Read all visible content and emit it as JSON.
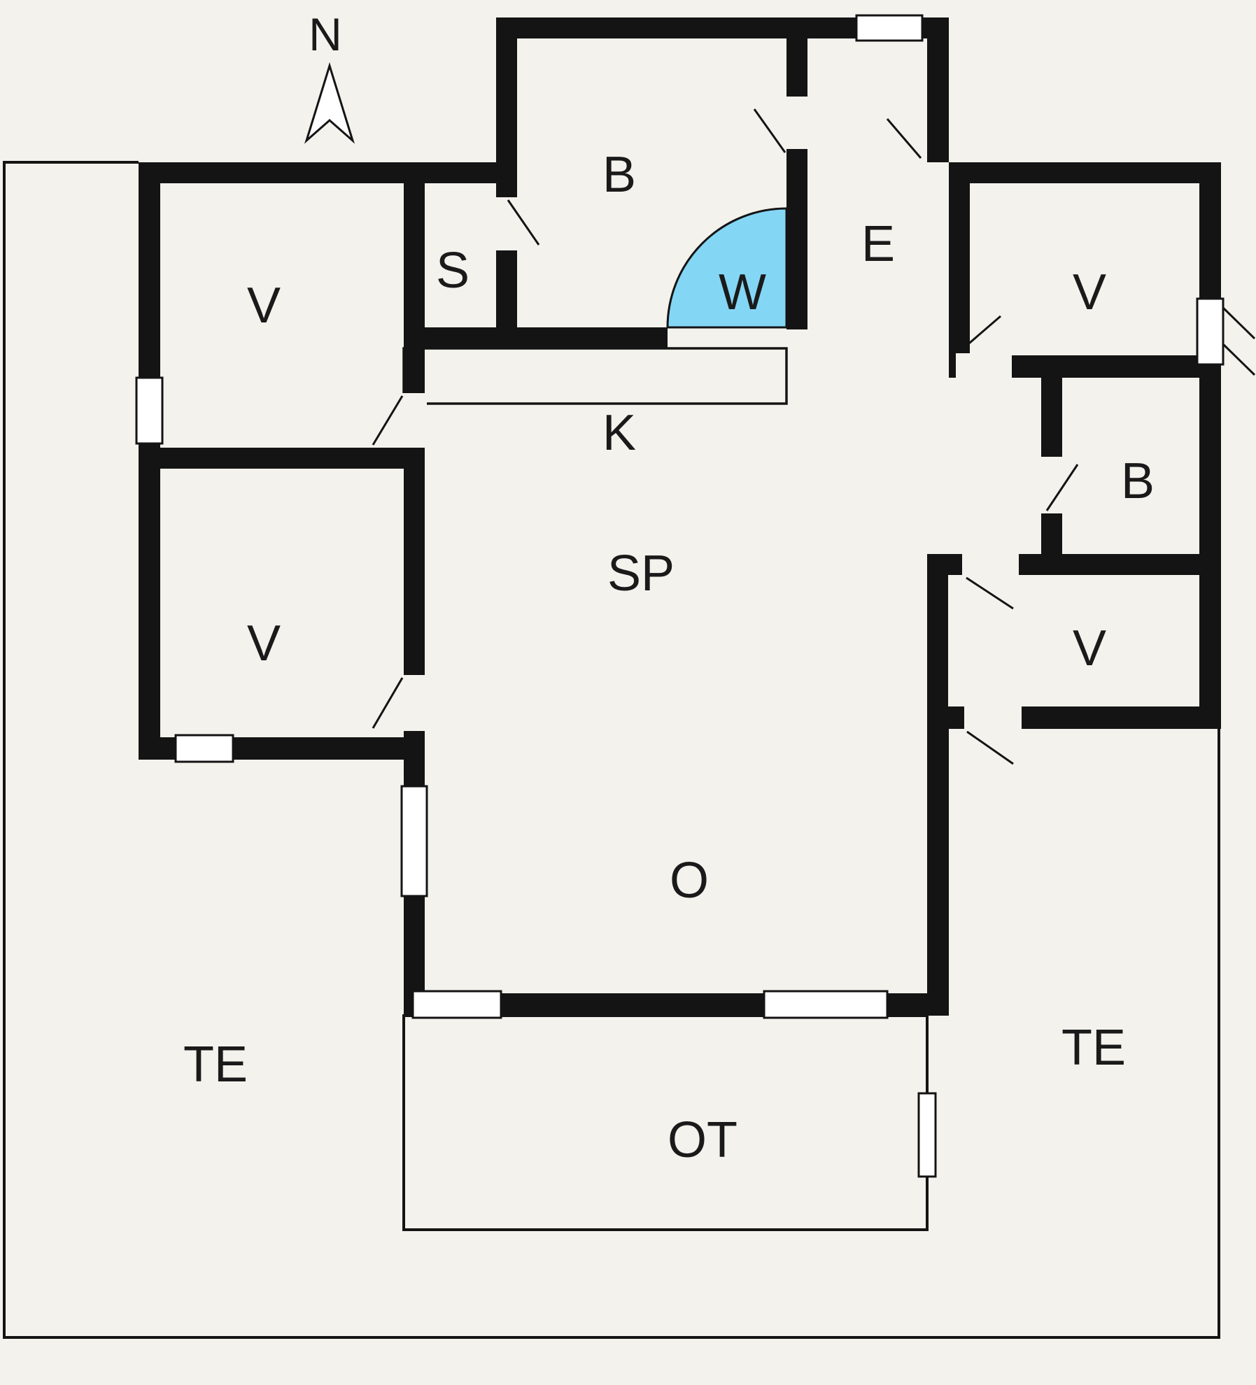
{
  "plan": {
    "compass": {
      "label": "N"
    },
    "colors": {
      "background": "#f3f2ed",
      "wall": "#141414",
      "line": "#141414",
      "water_accent": "#84d6f5",
      "window_fill": "#ffffff"
    },
    "rooms": [
      {
        "id": "b-top",
        "label": "B"
      },
      {
        "id": "s",
        "label": "S"
      },
      {
        "id": "v-top-left",
        "label": "V"
      },
      {
        "id": "w",
        "label": "W"
      },
      {
        "id": "e",
        "label": "E"
      },
      {
        "id": "v-top-right",
        "label": "V"
      },
      {
        "id": "k",
        "label": "K"
      },
      {
        "id": "b-right",
        "label": "B"
      },
      {
        "id": "sp",
        "label": "SP"
      },
      {
        "id": "v-mid-left",
        "label": "V"
      },
      {
        "id": "v-right",
        "label": "V"
      },
      {
        "id": "o",
        "label": "O"
      },
      {
        "id": "te-left",
        "label": "TE"
      },
      {
        "id": "ot",
        "label": "OT"
      },
      {
        "id": "te-right",
        "label": "TE"
      }
    ]
  }
}
